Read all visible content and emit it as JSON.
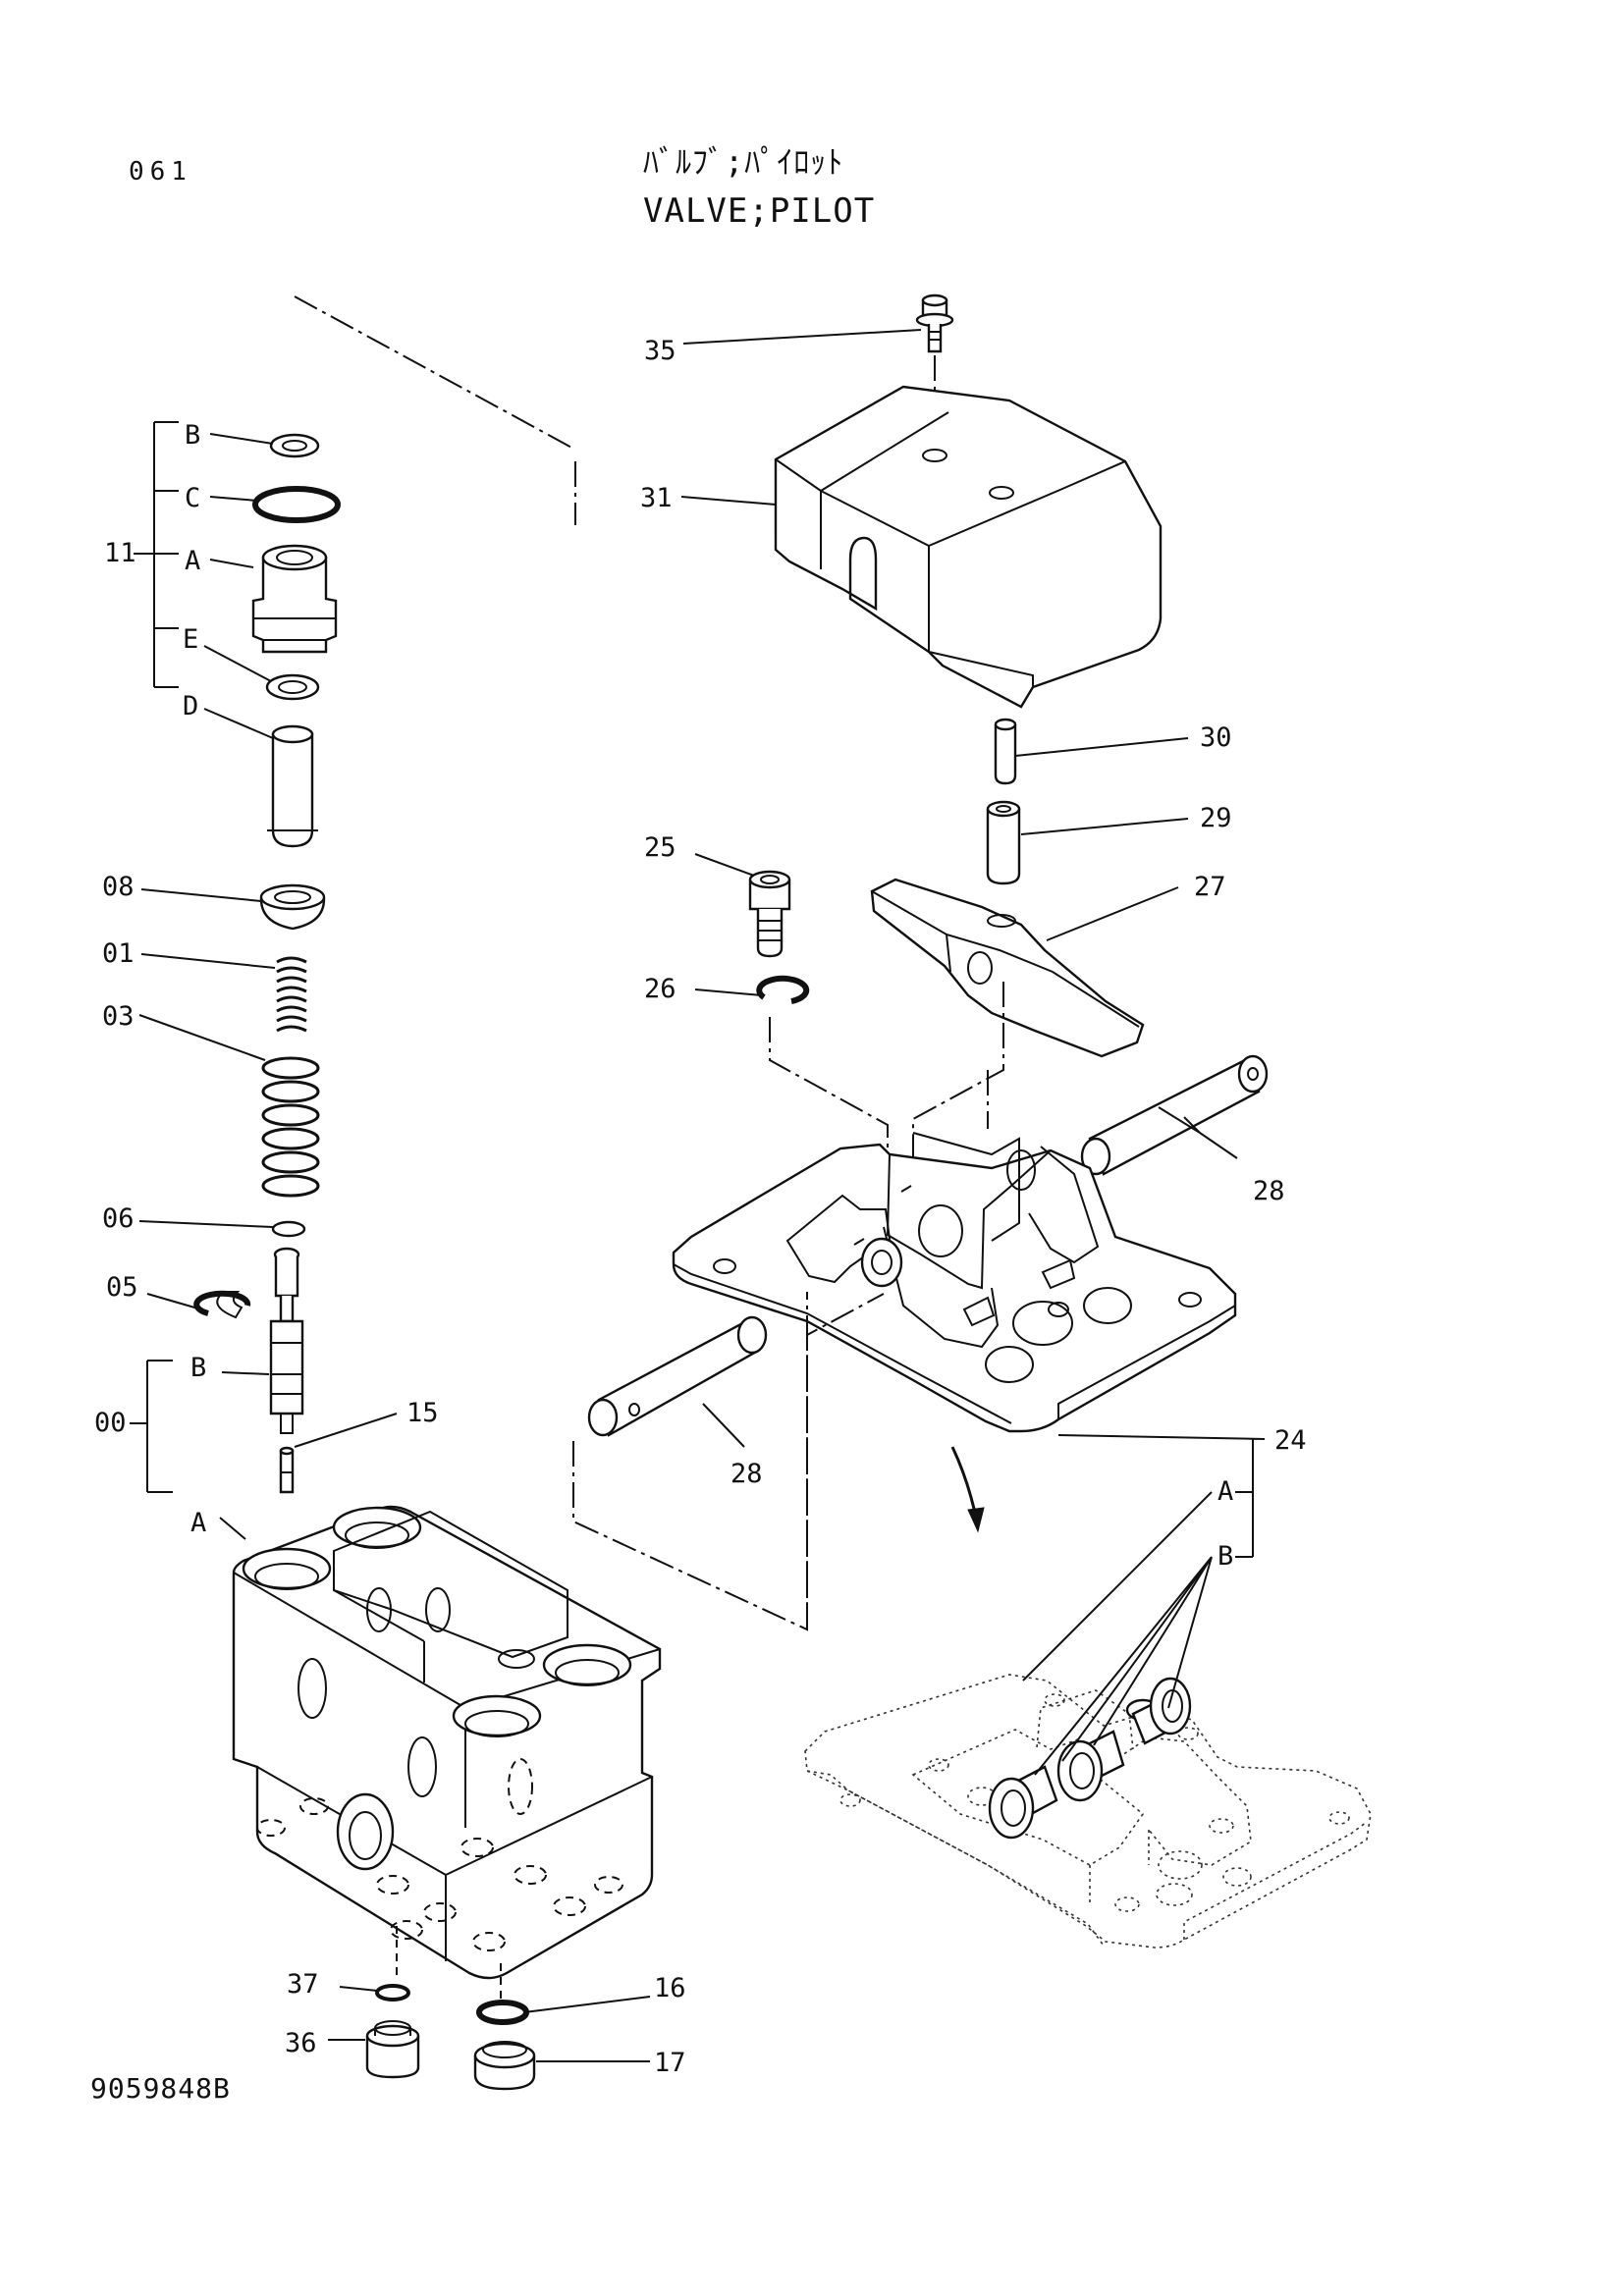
{
  "header": {
    "page_code": "061",
    "title_jp": "ﾊﾞﾙﾌﾞ;ﾊﾟｲﾛｯﾄ",
    "title_en": "VALVE;PILOT"
  },
  "footer": {
    "drawing_number": "9059848B"
  },
  "callouts": {
    "c00": "00",
    "c01": "01",
    "c03": "03",
    "c05": "05",
    "c06": "06",
    "c08": "08",
    "c11": "11",
    "c15": "15",
    "c16": "16",
    "c17": "17",
    "c24": "24",
    "c25": "25",
    "c26": "26",
    "c27": "27",
    "c28a": "28",
    "c28b": "28",
    "c29": "29",
    "c30": "30",
    "c31": "31",
    "c35": "35",
    "c36": "36",
    "c37": "37"
  },
  "sub_labels": {
    "s11b": "B",
    "s11c": "C",
    "s11a": "A",
    "s11e": "E",
    "s11d": "D",
    "s00b": "B",
    "s00a": "A",
    "s24a": "A",
    "s24b": "B"
  }
}
